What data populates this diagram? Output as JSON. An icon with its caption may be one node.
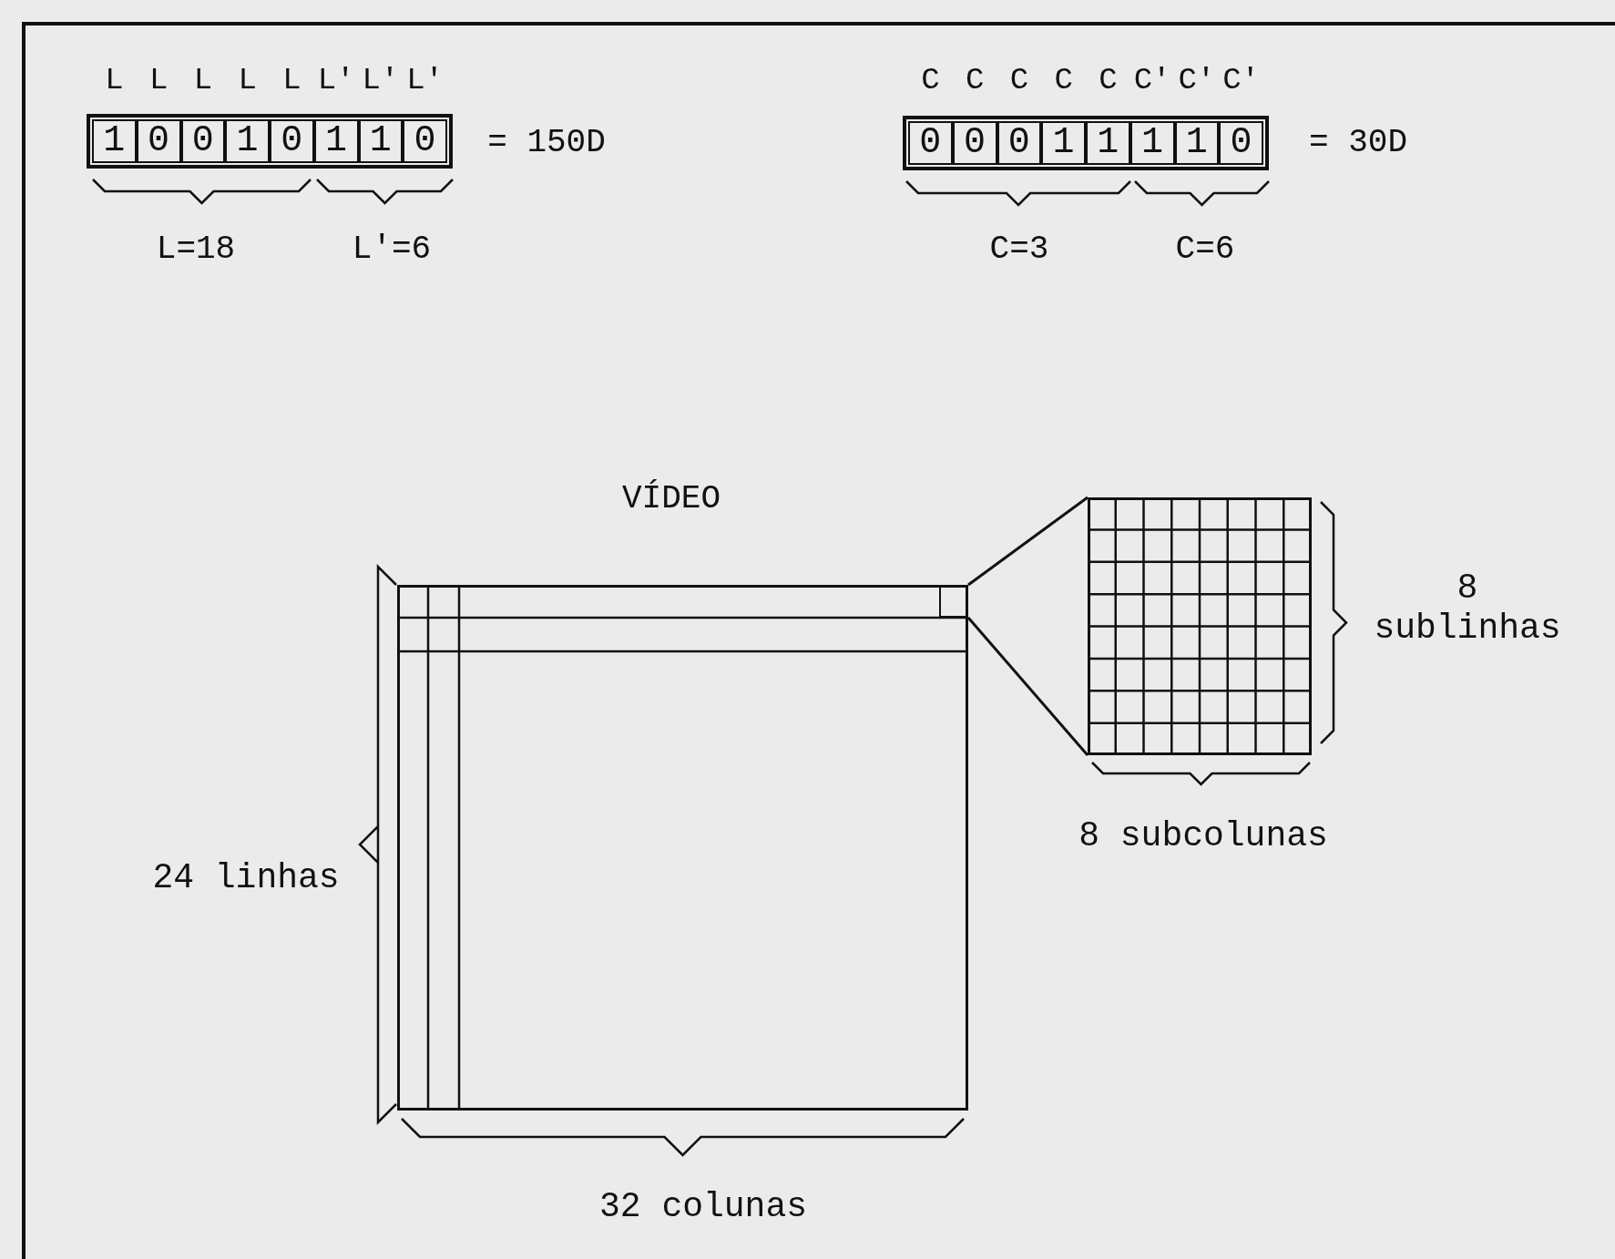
{
  "diagram": {
    "nodes": [
      {
        "text": [
          "1"
        ]
      },
      {
        "text": [
          "0"
        ]
      },
      {
        "text": [
          "0"
        ]
      },
      {
        "text": [
          "1"
        ]
      },
      {
        "text": [
          "0"
        ]
      },
      {
        "text": [
          "1"
        ]
      },
      {
        "text": [
          "1"
        ]
      },
      {
        "text": [
          "0"
        ]
      },
      {
        "text": [
          "0"
        ]
      },
      {
        "text": [
          "0"
        ]
      },
      {
        "text": [
          "0"
        ]
      },
      {
        "text": [
          "1"
        ]
      },
      {
        "text": [
          "1"
        ]
      },
      {
        "text": [
          "1"
        ]
      },
      {
        "text": [
          "1"
        ]
      },
      {
        "text": [
          "0"
        ]
      },
      {
        "text": [],
        "shape": "box"
      },
      {
        "text": [],
        "shape": "box",
        "in": 16
      },
      {
        "text": [],
        "shape": "grid"
      }
    ],
    "edges": [
      {
        "from": 17,
        "to": 18,
        "arrow": "none"
      },
      {
        "from": 17,
        "to": 18,
        "arrow": "none"
      }
    ],
    "labels": [
      "L",
      "L",
      "L",
      "L",
      "L",
      "L'",
      "L'",
      "L'",
      "= 150D",
      "C",
      "C",
      "C",
      "C",
      "C",
      "C'",
      "C'",
      "C'",
      "= 30D",
      "L=18",
      "L'=6",
      "C=3",
      "C=6",
      "VÍDEO",
      "8 sublinhas",
      "24 linhas",
      "8 subcolunas",
      "32 colunas"
    ]
  }
}
